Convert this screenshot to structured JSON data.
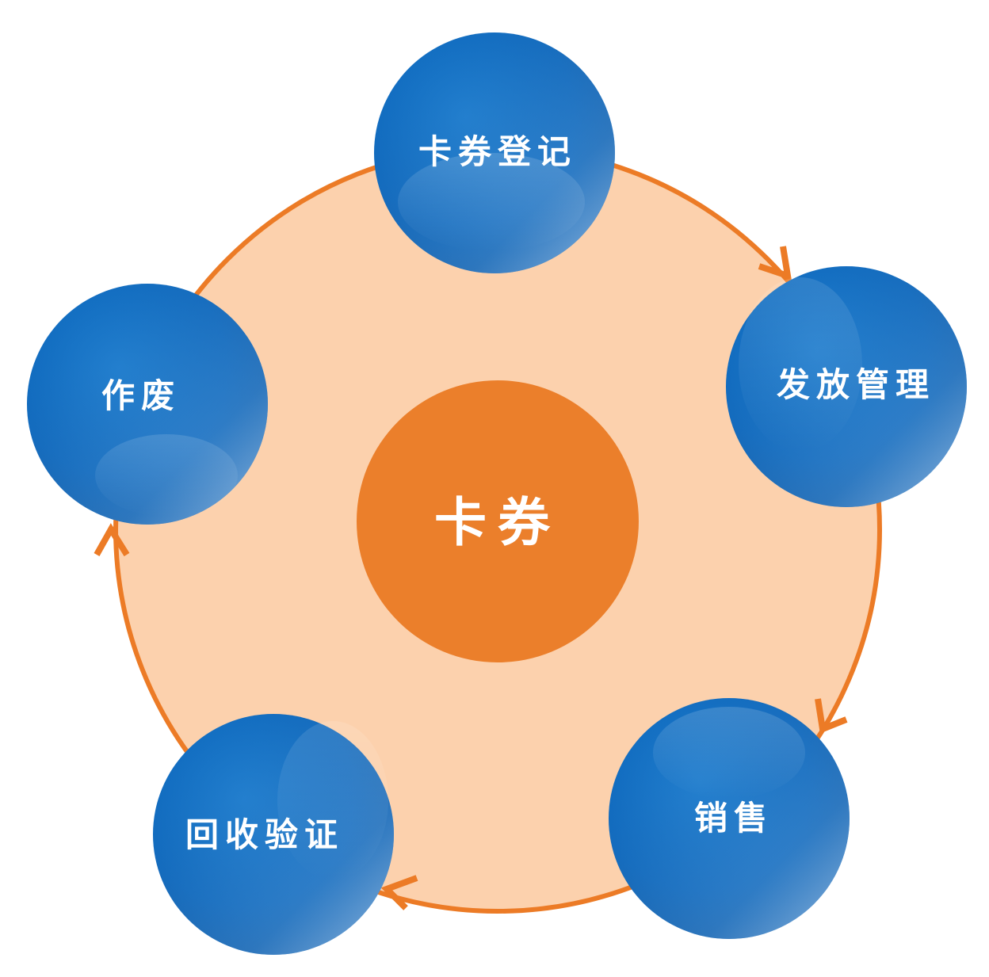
{
  "diagram": {
    "center": {
      "label": "卡券"
    },
    "nodes": [
      {
        "id": "register",
        "label": "卡券登记"
      },
      {
        "id": "issue",
        "label": "发放管理"
      },
      {
        "id": "sales",
        "label": "销售"
      },
      {
        "id": "verify",
        "label": "回收验证"
      },
      {
        "id": "void",
        "label": "作废"
      }
    ],
    "flow": "clockwise",
    "colors": {
      "ring_fill": "#fcd1ad",
      "ring_stroke": "#ec7b26",
      "center_fill": "#eb7f2b",
      "node_blue": "#0f6bbf",
      "node_blue_dark": "#0a56a3",
      "node_highlight": "#8ab8e6",
      "text": "#ffffff"
    }
  }
}
